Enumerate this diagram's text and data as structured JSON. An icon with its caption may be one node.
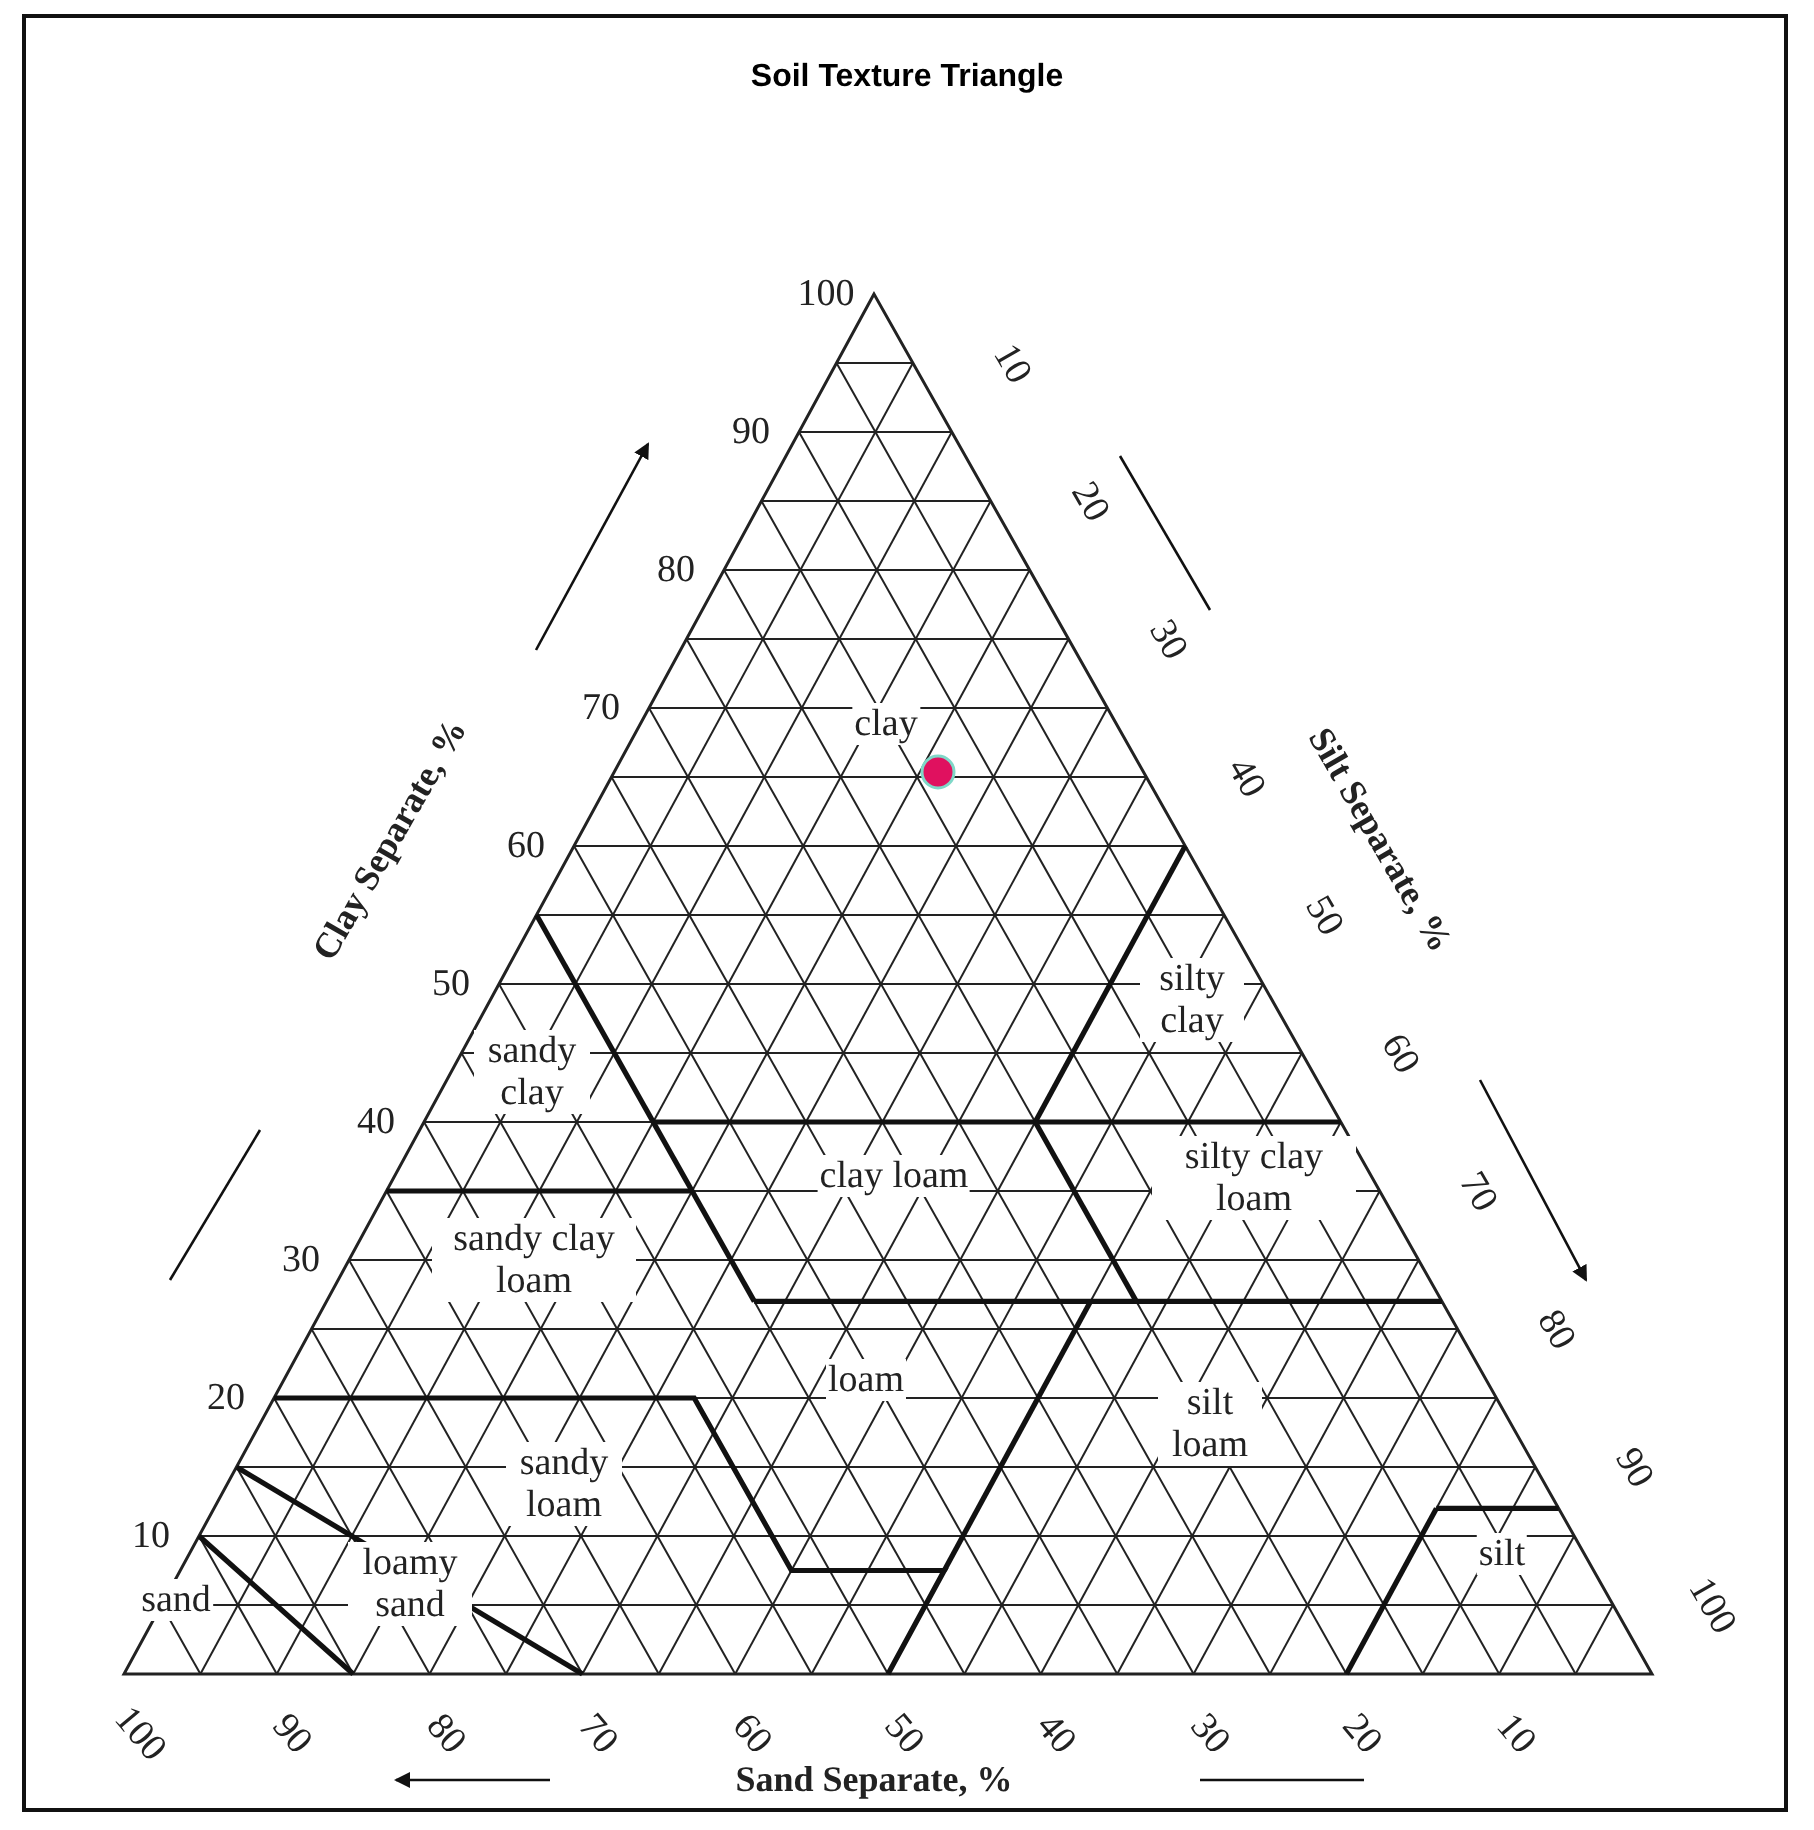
{
  "diagram": {
    "title": "Soil Texture Triangle",
    "labels": [
      "100",
      "90",
      "80",
      "70",
      "60",
      "50",
      "40",
      "30",
      "20",
      "10",
      "10",
      "20",
      "30",
      "40",
      "50",
      "60",
      "70",
      "80",
      "90",
      "100",
      "Clay Separate, %",
      "Silt Separate, %",
      "clay",
      "silty clay",
      "sandy clay",
      "clay loam",
      "silty clay loam",
      "sandy clay loam",
      "loam",
      "silt loam",
      "sandy loam",
      "loamy sand",
      "sand",
      "silt",
      "100",
      "90",
      "80",
      "70",
      "60",
      "50",
      "40",
      "30",
      "20",
      "10",
      "Sand Separate, %"
    ]
  }
}
